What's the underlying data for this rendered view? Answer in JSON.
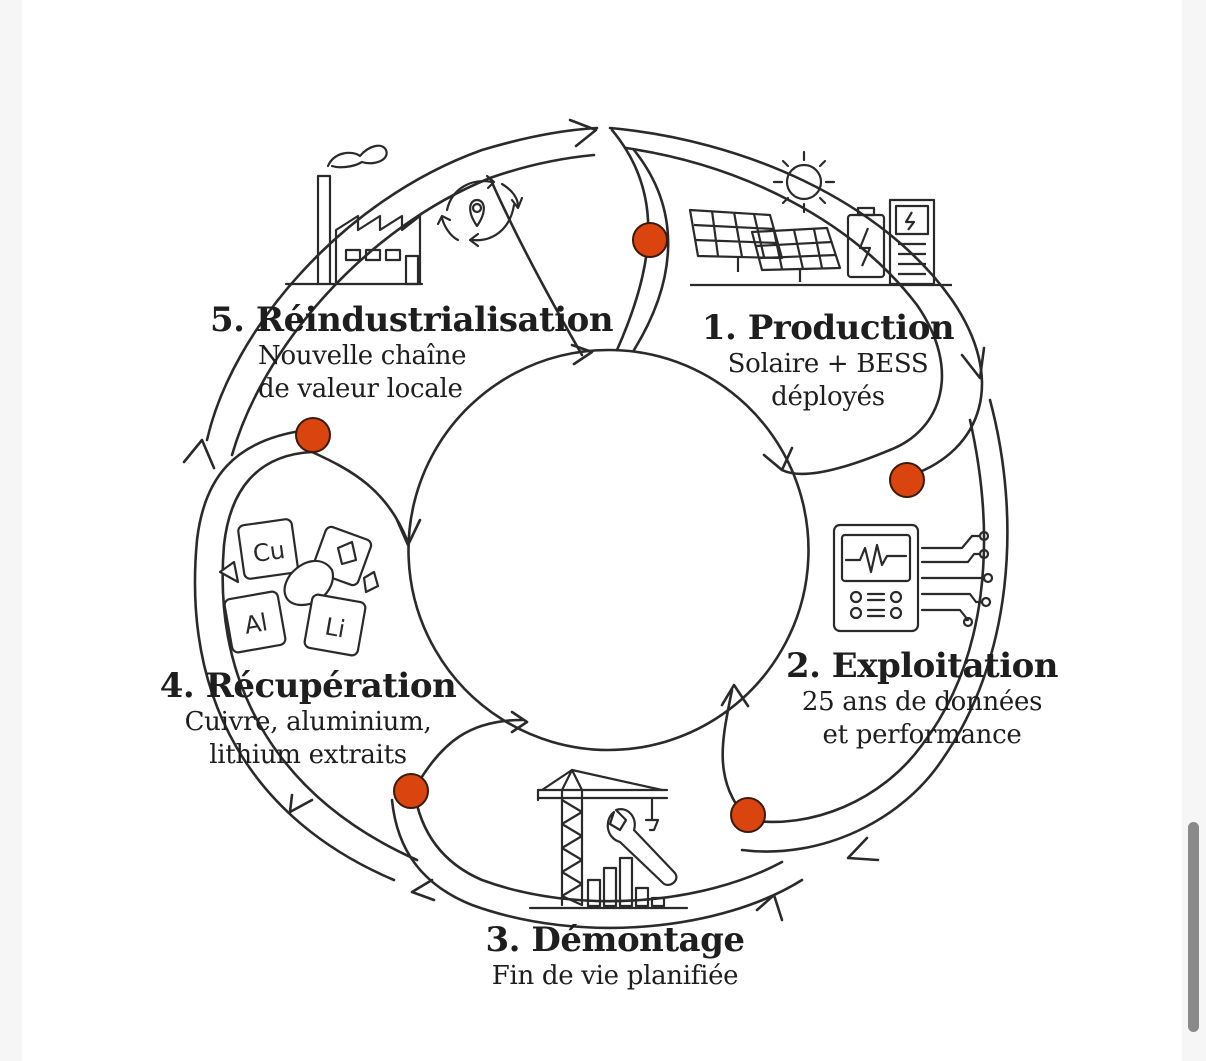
{
  "stages": [
    {
      "title": "1. Production",
      "subtitle_lines": [
        "Solaire + BESS",
        "déployés"
      ],
      "icon": "solar-battery-icon"
    },
    {
      "title": "2. Exploitation",
      "subtitle_lines": [
        "25 ans de données",
        "et performance"
      ],
      "icon": "monitoring-device-icon"
    },
    {
      "title": "3. Démontage",
      "subtitle_lines": [
        "Fin de vie planifiée"
      ],
      "icon": "crane-wrench-icon"
    },
    {
      "title": "4. Récupération",
      "subtitle_lines": [
        "Cuivre, aluminium,",
        "lithium extraits"
      ],
      "icon": "materials-icon"
    },
    {
      "title": "5. Réindustrialisation",
      "subtitle_lines": [
        "Nouvelle chaîne",
        "de valeur locale"
      ],
      "icon": "factory-icon"
    }
  ],
  "materials": [
    "Cu",
    "Al",
    "Li"
  ],
  "colors": {
    "line": "#2a2a2a",
    "node": "#d9440f",
    "node_outline": "#3a1a0a",
    "background": "#ffffff"
  }
}
